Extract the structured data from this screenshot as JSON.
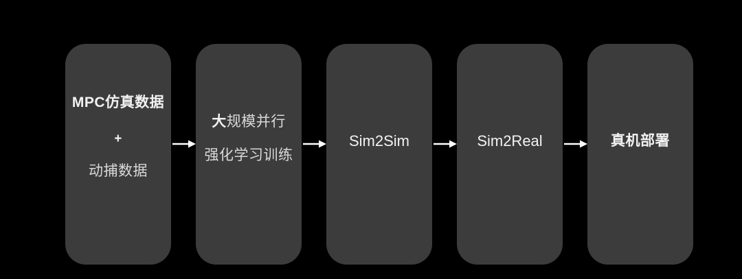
{
  "theme": {
    "bg": "#000000",
    "box-bg": "#3c3c3c",
    "text-primary": "#f2f2f2",
    "text-secondary": "#d9d9d9",
    "arrow": "#ffffff"
  },
  "icons": {
    "arrow-right": "→"
  },
  "flow": {
    "box1": {
      "line1": "MPC仿真数据",
      "line2": "+",
      "line3": "动捕数据"
    },
    "box2": {
      "line1_bold": "大",
      "line1_rest": "规模并行",
      "line2": "强化学习训练"
    },
    "box3": {
      "label": "Sim2Sim"
    },
    "box4": {
      "label": "Sim2Real"
    },
    "box5": {
      "label": "真机部署"
    }
  }
}
